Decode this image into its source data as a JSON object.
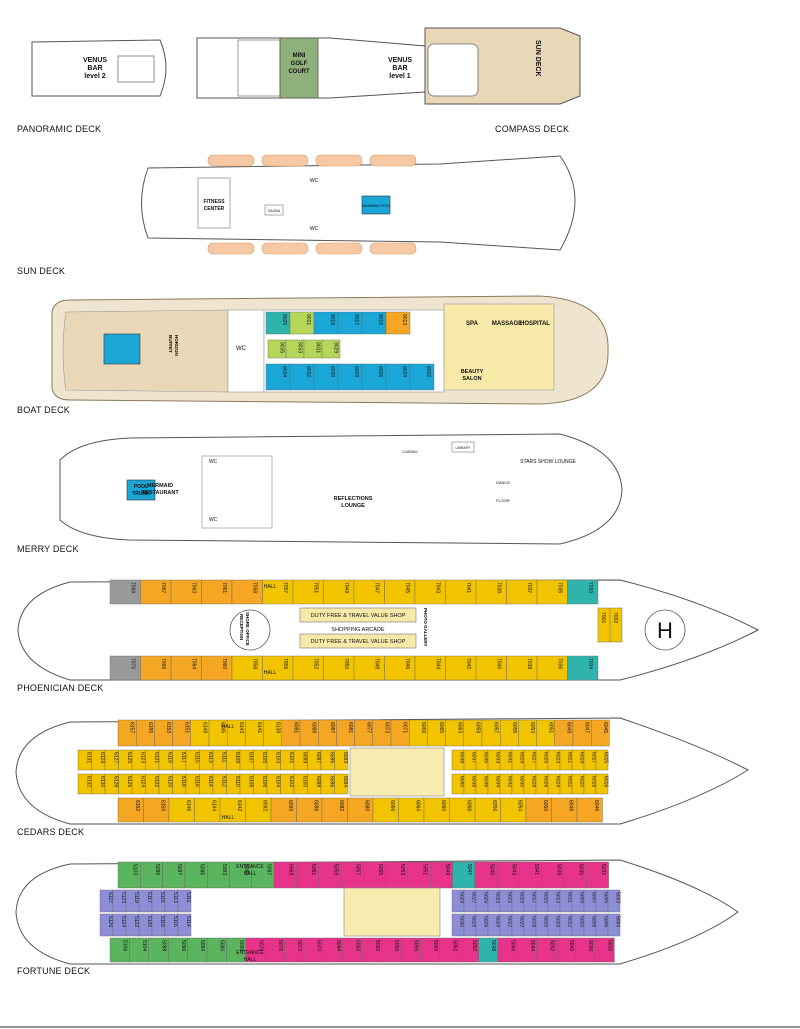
{
  "colors": {
    "yellow": "#f2c400",
    "orange": "#f5a623",
    "blue": "#1aa7d8",
    "teal": "#2fb4ad",
    "green": "#5ab55e",
    "purple": "#8e8ed6",
    "pink": "#e8338b",
    "lightgreen": "#b6d65a",
    "gray": "#9a9a9a",
    "tan": "#e8d8b8",
    "sand": "#eee4cf"
  },
  "decks": {
    "panoramic": "PANORAMIC DECK",
    "compass": "COMPASS DECK",
    "sun": "SUN DECK",
    "boat": "BOAT DECK",
    "merry": "MERRY DECK",
    "phoenician": "PHOENICIAN DECK",
    "cedars": "CEDARS DECK",
    "fortune": "FORTUNE DECK"
  },
  "venues": {
    "venus_bar_2": [
      "VENUS",
      "BAR",
      "level 2"
    ],
    "mini_golf": [
      "MINI",
      "GOLF",
      "COURT"
    ],
    "venus_bar_1": [
      "VENUS",
      "BAR",
      "level 1"
    ],
    "sun_deck_tag": "SUN DECK",
    "wc": "WC",
    "fitness": [
      "FITNESS",
      "CENTER"
    ],
    "sauna": "SAUNA",
    "swimming_pool": "SWIMMING POOL",
    "horizon_buffet": [
      "HORIZON",
      "BUFFET"
    ],
    "spa": "SPA",
    "massage": "MASSAGE",
    "hospital": "HOSPITAL",
    "beauty": [
      "BEAUTY",
      "SALON"
    ],
    "pool_trunk": [
      "POOL",
      "TRUNK"
    ],
    "mermaid": [
      "MERMAID",
      "RESTAURANT"
    ],
    "reflections": [
      "REFLECTIONS",
      "LOUNGE"
    ],
    "casino": "CASINO",
    "library": "LIBRARY",
    "stars": "STARS SHOW LOUNGE",
    "dance": "DANCE",
    "floor": "FLOOR",
    "hall": "HALL",
    "shore": [
      "SHORE OFFICE",
      "RECEPTION"
    ],
    "duty_free": "DUTY FREE & TRAVEL VALUE SHOP",
    "arcade": "SHOPPING ARCADE",
    "photo": "PHOTO GALLERY",
    "entrance": [
      "ENTRANCE",
      "HALL"
    ]
  },
  "cabins": {
    "boat_top": [
      {
        "n": "9025",
        "c": "teal"
      },
      {
        "n": "9021",
        "c": "lightgreen"
      },
      {
        "n": "9019",
        "c": "blue"
      },
      {
        "n": "9017",
        "c": "blue"
      },
      {
        "n": "9015",
        "c": "blue"
      },
      {
        "n": "9013",
        "c": "orange"
      }
    ],
    "boat_mid": [
      {
        "n": "9035",
        "c": "lightgreen"
      },
      {
        "n": "9033",
        "c": "lightgreen"
      },
      {
        "n": "9031",
        "c": "lightgreen"
      },
      {
        "n": "9029",
        "c": "lightgreen"
      }
    ],
    "boat_bot": [
      {
        "n": "9034",
        "c": "blue"
      },
      {
        "n": "9032",
        "c": "blue"
      },
      {
        "n": "9030",
        "c": "blue"
      },
      {
        "n": "9028",
        "c": "blue"
      },
      {
        "n": "9026",
        "c": "blue"
      },
      {
        "n": "9024",
        "c": "blue"
      },
      {
        "n": "9022",
        "c": "blue"
      }
    ],
    "phoen_top": [
      {
        "n": "7069",
        "c": "gray"
      },
      {
        "n": "7067",
        "c": "orange"
      },
      {
        "n": "7063",
        "c": "orange"
      },
      {
        "n": "7061",
        "c": "orange"
      },
      {
        "n": "7059",
        "c": "orange"
      },
      {
        "n": "7057",
        "c": "yellow"
      },
      {
        "n": "7051",
        "c": "yellow"
      },
      {
        "n": "7049",
        "c": "yellow"
      },
      {
        "n": "7047",
        "c": "yellow"
      },
      {
        "n": "7045",
        "c": "yellow"
      },
      {
        "n": "7043",
        "c": "yellow"
      },
      {
        "n": "7041",
        "c": "yellow"
      },
      {
        "n": "7039",
        "c": "yellow"
      },
      {
        "n": "7037",
        "c": "yellow"
      },
      {
        "n": "7035",
        "c": "yellow"
      },
      {
        "n": "7033",
        "c": "teal"
      }
    ],
    "phoen_bot": [
      {
        "n": "7070",
        "c": "gray"
      },
      {
        "n": "7066",
        "c": "orange"
      },
      {
        "n": "7064",
        "c": "orange"
      },
      {
        "n": "7060",
        "c": "orange"
      },
      {
        "n": "7058",
        "c": "yellow"
      },
      {
        "n": "7056",
        "c": "yellow"
      },
      {
        "n": "7052",
        "c": "yellow"
      },
      {
        "n": "7050",
        "c": "yellow"
      },
      {
        "n": "7048",
        "c": "yellow"
      },
      {
        "n": "7046",
        "c": "yellow"
      },
      {
        "n": "7044",
        "c": "yellow"
      },
      {
        "n": "7042",
        "c": "yellow"
      },
      {
        "n": "7040",
        "c": "yellow"
      },
      {
        "n": "7038",
        "c": "yellow"
      },
      {
        "n": "7036",
        "c": "yellow"
      },
      {
        "n": "7034",
        "c": "teal"
      }
    ],
    "phoen_fore": [
      "7001",
      "7002"
    ],
    "cedars_top": [
      {
        "n": "6157",
        "c": "orange"
      },
      {
        "n": "6155",
        "c": "orange"
      },
      {
        "n": "6153",
        "c": "orange"
      },
      {
        "n": "6151",
        "c": "orange"
      },
      {
        "n": "6149",
        "c": "yellow"
      },
      {
        "n": "6145",
        "c": "yellow"
      },
      {
        "n": "6143",
        "c": "yellow"
      },
      {
        "n": "6141",
        "c": "yellow"
      },
      {
        "n": "6139",
        "c": "yellow"
      },
      {
        "n": "6091",
        "c": "orange"
      },
      {
        "n": "6089",
        "c": "orange"
      },
      {
        "n": "6087",
        "c": "orange"
      },
      {
        "n": "6081",
        "c": "orange"
      },
      {
        "n": "6077",
        "c": "orange"
      },
      {
        "n": "6073",
        "c": "orange"
      },
      {
        "n": "6071",
        "c": "orange"
      },
      {
        "n": "6069",
        "c": "yellow"
      },
      {
        "n": "6065",
        "c": "yellow"
      },
      {
        "n": "6063",
        "c": "yellow"
      },
      {
        "n": "6059",
        "c": "yellow"
      },
      {
        "n": "6057",
        "c": "yellow"
      },
      {
        "n": "6055",
        "c": "yellow"
      },
      {
        "n": "6053",
        "c": "yellow"
      },
      {
        "n": "6051",
        "c": "yellow"
      },
      {
        "n": "6049",
        "c": "orange"
      },
      {
        "n": "6047",
        "c": "orange"
      },
      {
        "n": "6045",
        "c": "orange"
      }
    ],
    "cedars_mid_a": [
      "6131",
      "6129",
      "6127",
      "6125",
      "6123",
      "6121",
      "6119",
      "6117",
      "6115",
      "6113",
      "6111",
      "6109",
      "6107",
      "6105",
      "6103",
      "6101",
      "6099",
      "6097",
      "6095",
      "6093"
    ],
    "cedars_mid_b": [
      "6039",
      "6037",
      "6035",
      "6033",
      "6031",
      "6029",
      "6027",
      "6025",
      "6023",
      "6021",
      "6019",
      "6017",
      "6015"
    ],
    "cedars_mid_c": [
      "6132",
      "6130",
      "6128",
      "6126",
      "6124",
      "6122",
      "6120",
      "6118",
      "6116",
      "6114",
      "6112",
      "6110",
      "6108",
      "6106",
      "6104",
      "6102",
      "6100",
      "6098",
      "6096",
      "6094"
    ],
    "cedars_mid_d": [
      "6040",
      "6038",
      "6036",
      "6034",
      "6032",
      "6030",
      "6028",
      "6026",
      "6024",
      "6022",
      "6020",
      "6018",
      "6016"
    ],
    "cedars_bot": [
      {
        "n": "6152",
        "c": "orange"
      },
      {
        "n": "6150",
        "c": "orange"
      },
      {
        "n": "6146",
        "c": "yellow"
      },
      {
        "n": "6144",
        "c": "yellow"
      },
      {
        "n": "6142",
        "c": "yellow"
      },
      {
        "n": "6092",
        "c": "yellow"
      },
      {
        "n": "6090",
        "c": "orange"
      },
      {
        "n": "6088",
        "c": "orange"
      },
      {
        "n": "6082",
        "c": "orange"
      },
      {
        "n": "6080",
        "c": "orange"
      },
      {
        "n": "6066",
        "c": "yellow"
      },
      {
        "n": "6064",
        "c": "yellow"
      },
      {
        "n": "6060",
        "c": "yellow"
      },
      {
        "n": "6058",
        "c": "yellow"
      },
      {
        "n": "6056",
        "c": "yellow"
      },
      {
        "n": "6054",
        "c": "yellow"
      },
      {
        "n": "6050",
        "c": "orange"
      },
      {
        "n": "6048",
        "c": "orange"
      },
      {
        "n": "6046",
        "c": "orange"
      }
    ],
    "fortune_top": [
      {
        "n": "5103",
        "c": "green"
      },
      {
        "n": "5099",
        "c": "green"
      },
      {
        "n": "5097",
        "c": "green"
      },
      {
        "n": "5095",
        "c": "green"
      },
      {
        "n": "5093",
        "c": "green"
      },
      {
        "n": "5089",
        "c": "green"
      },
      {
        "n": "5087",
        "c": "green"
      },
      {
        "n": "5063",
        "c": "pink"
      },
      {
        "n": "5061",
        "c": "pink"
      },
      {
        "n": "5059",
        "c": "pink"
      },
      {
        "n": "5057",
        "c": "pink"
      },
      {
        "n": "5055",
        "c": "pink"
      },
      {
        "n": "5053",
        "c": "pink"
      },
      {
        "n": "5051",
        "c": "pink"
      },
      {
        "n": "5049",
        "c": "pink"
      },
      {
        "n": "5047",
        "c": "teal"
      },
      {
        "n": "5045",
        "c": "pink"
      },
      {
        "n": "5043",
        "c": "pink"
      },
      {
        "n": "5041",
        "c": "pink"
      },
      {
        "n": "5039",
        "c": "pink"
      },
      {
        "n": "5035",
        "c": "pink"
      },
      {
        "n": "5031",
        "c": "pink"
      }
    ],
    "fortune_mid_a": [
      "5127",
      "5123",
      "5119",
      "5117",
      "5115",
      "5113",
      "5111"
    ],
    "fortune_mid_b": [
      "5029",
      "5027",
      "5025",
      "5023",
      "5021",
      "5019",
      "5017",
      "5015",
      "5013",
      "5011",
      "5009",
      "5007",
      "5005",
      "5003"
    ],
    "fortune_mid_c": [
      "5126",
      "5124",
      "5122",
      "5120",
      "5118",
      "5116",
      "5114"
    ],
    "fortune_mid_d": [
      "5030",
      "5028",
      "5026",
      "5024",
      "5022",
      "5020",
      "5018",
      "5016",
      "5014",
      "5012",
      "5010",
      "5008",
      "5006",
      "5004"
    ],
    "fortune_bot": [
      {
        "n": "5106",
        "c": "green"
      },
      {
        "n": "5104",
        "c": "green"
      },
      {
        "n": "5098",
        "c": "green"
      },
      {
        "n": "5096",
        "c": "green"
      },
      {
        "n": "5094",
        "c": "green"
      },
      {
        "n": "5090",
        "c": "green"
      },
      {
        "n": "5088",
        "c": "green"
      },
      {
        "n": "5078",
        "c": "pink"
      },
      {
        "n": "5076",
        "c": "pink"
      },
      {
        "n": "5072",
        "c": "pink"
      },
      {
        "n": "5070",
        "c": "pink"
      },
      {
        "n": "5064",
        "c": "pink"
      },
      {
        "n": "5062",
        "c": "pink"
      },
      {
        "n": "5060",
        "c": "pink"
      },
      {
        "n": "5058",
        "c": "pink"
      },
      {
        "n": "5056",
        "c": "pink"
      },
      {
        "n": "5054",
        "c": "pink"
      },
      {
        "n": "5052",
        "c": "pink"
      },
      {
        "n": "5050",
        "c": "pink"
      },
      {
        "n": "5048",
        "c": "teal"
      },
      {
        "n": "5046",
        "c": "pink"
      },
      {
        "n": "5044",
        "c": "pink"
      },
      {
        "n": "5042",
        "c": "pink"
      },
      {
        "n": "5040",
        "c": "pink"
      },
      {
        "n": "5036",
        "c": "pink"
      },
      {
        "n": "5032",
        "c": "pink"
      }
    ]
  }
}
